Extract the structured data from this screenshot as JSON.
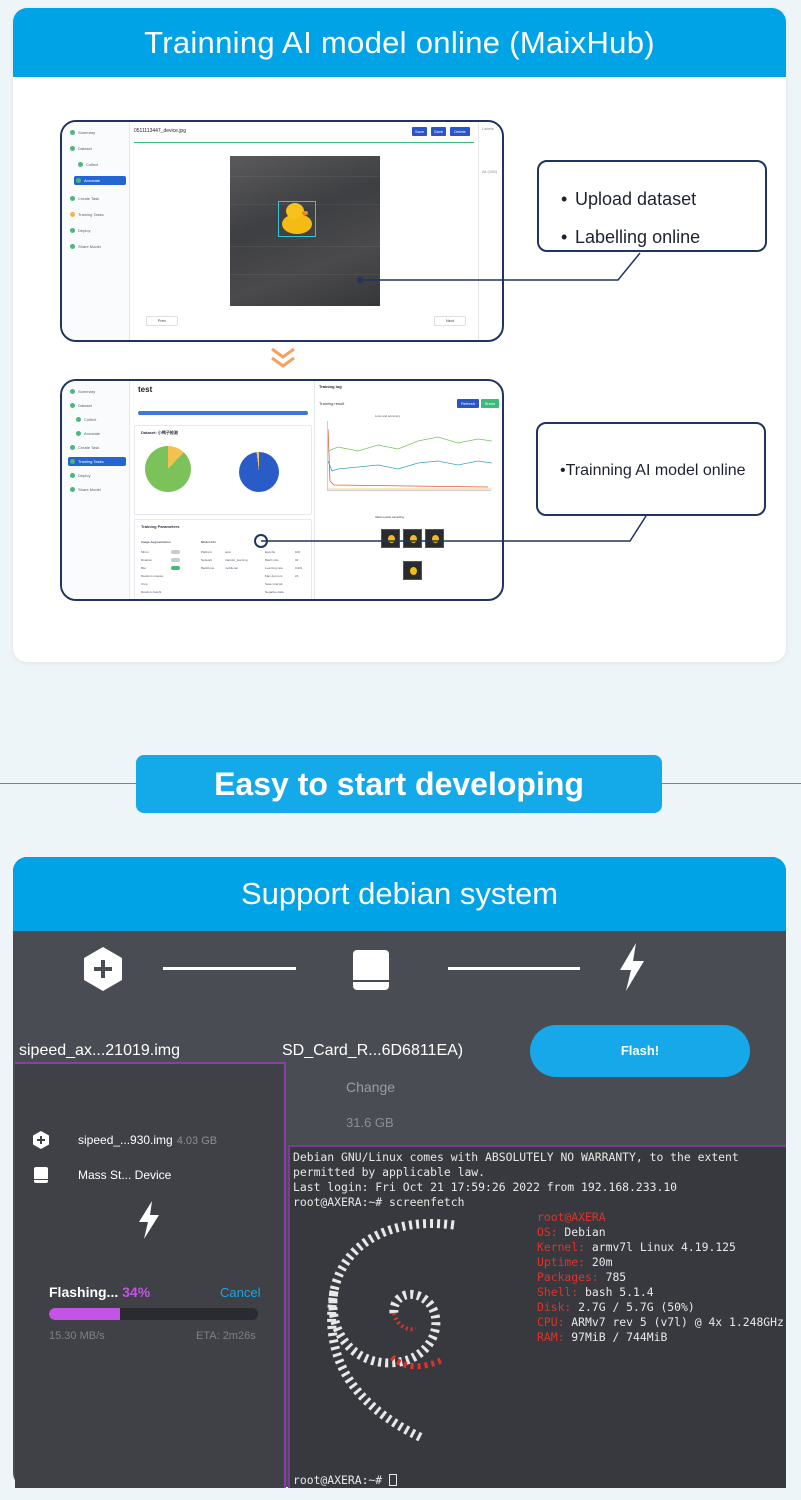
{
  "section1": {
    "title": "Trainning AI model online (MaixHub)",
    "shot1": {
      "filename": "0511113447_device.jpg",
      "buttons": [
        "Save",
        "Save",
        "Delete"
      ],
      "sidebar": [
        "Summary",
        "Dataset",
        "Collect",
        "Annotate",
        "Create Task",
        "Training Tasks",
        "Deploy",
        "Share Model"
      ],
      "labels_header": "Labels",
      "labels_count": "All (106)",
      "prev": "Prev",
      "next": "Next"
    },
    "shot2": {
      "sidebar": [
        "Summary",
        "Dataset",
        "Collect",
        "Annotate",
        "Create Task",
        "Training Tasks",
        "Deploy",
        "Share Model"
      ],
      "title": "test",
      "dataset_title": "Dataset: 小鸭子检测",
      "params_title": "Training Parameters",
      "params_cols": [
        "Image Augmentation",
        "Model info",
        "Training params"
      ],
      "params_rows_left": [
        "Mirror",
        "Rotation",
        "Blur",
        "Random erasure",
        "Crop",
        "Random height"
      ],
      "params_rows_mid": [
        "Platform",
        "Network",
        "Backbone"
      ],
      "params_vals_mid": [
        "auto",
        "transfer_learning",
        "mobilenet"
      ],
      "params_rows_right": [
        "Epochs",
        "Batch size",
        "Learning rate",
        "Max det num",
        "Save interval",
        "Negative data"
      ],
      "params_vals_right": [
        "100",
        "32",
        "0.001",
        "24",
        "",
        ""
      ],
      "log_title": "Training log",
      "result_title": "Training result",
      "chart_title": "Loss and accuracy",
      "results_title": "Valid results sampling",
      "btn_refresh": "Refresh",
      "btn_share": "Share"
    },
    "callout1": [
      "Upload dataset",
      "Labelling online"
    ],
    "callout2": "Trainning AI model online"
  },
  "banner": "Easy to start developing",
  "section2": {
    "title": "Support debian system",
    "image_name": "sipeed_ax...21019.img",
    "drive_name": "SD_Card_R...6D6811EA)",
    "flash_button": "Flash!",
    "change": "Change",
    "capacity": "31.6 GB",
    "progress": {
      "file": "sipeed_...930.img",
      "file_size": "4.03 GB",
      "device": "Mass St... Device",
      "label": "Flashing...",
      "percent_text": "34%",
      "percent": 34,
      "cancel": "Cancel",
      "speed": "15.30 MB/s",
      "eta": "ETA: 2m26s"
    },
    "terminal": {
      "lines": [
        "Debian GNU/Linux comes with ABSOLUTELY NO WARRANTY, to the extent",
        "permitted by applicable law.",
        "Last login: Fri Oct 21 17:59:26 2022 from 192.168.233.10",
        "root@AXERA:~# screenfetch"
      ],
      "info_user": "root@AXERA",
      "info": [
        {
          "k": "OS:",
          "v": " Debian"
        },
        {
          "k": "Kernel:",
          "v": " armv7l Linux 4.19.125"
        },
        {
          "k": "Uptime:",
          "v": " 20m"
        },
        {
          "k": "Packages:",
          "v": " 785"
        },
        {
          "k": "Shell:",
          "v": " bash 5.1.4"
        },
        {
          "k": "Disk:",
          "v": " 2.7G / 5.7G (50%)"
        },
        {
          "k": "CPU:",
          "v": " ARMv7 rev 5 (v7l) @ 4x 1.248GHz"
        },
        {
          "k": "RAM:",
          "v": " 97MiB / 744MiB"
        }
      ],
      "prompt": "root@AXERA:~# "
    }
  },
  "colors": {
    "accent": "#00a4e6",
    "progress": "#c454e6",
    "terminal_red": "#e0312b"
  }
}
